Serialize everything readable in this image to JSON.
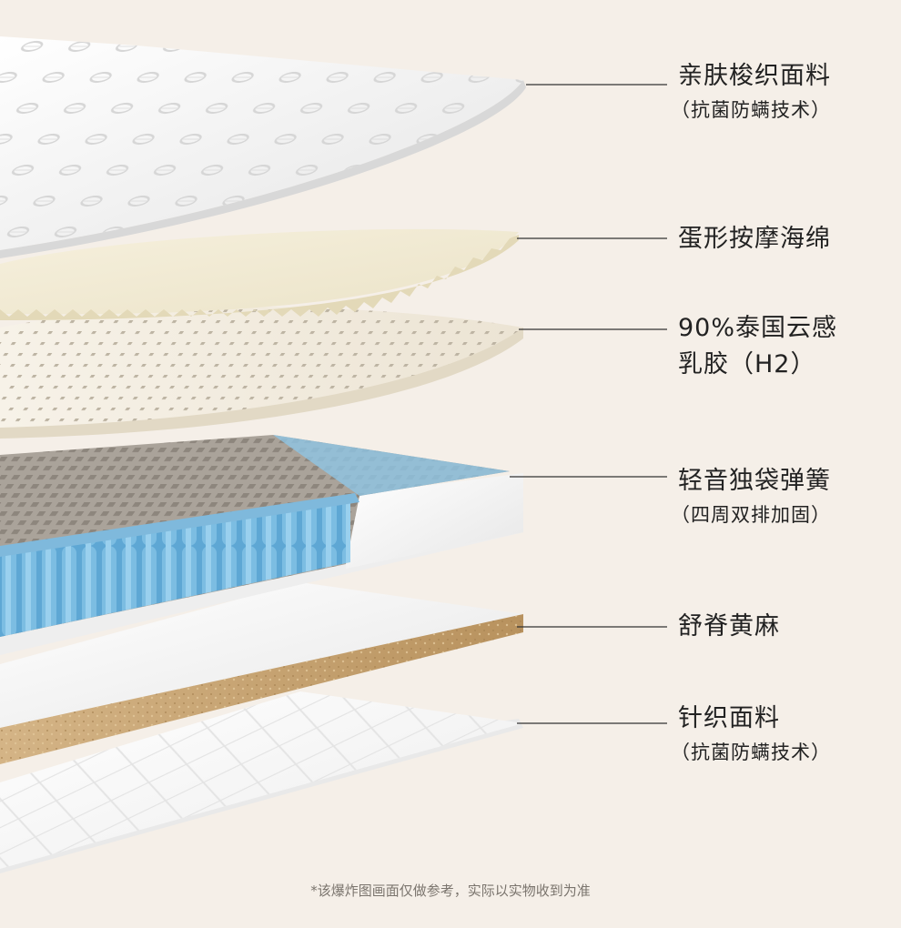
{
  "layers": [
    {
      "name": "亲肤梭织面料",
      "sub": "（抗菌防螨技术）"
    },
    {
      "name": "蛋形按摩海绵",
      "sub": ""
    },
    {
      "name": "90%泰国云感",
      "sub": "乳胶（H2）"
    },
    {
      "name": "轻音独袋弹簧",
      "sub": "（四周双排加固）"
    },
    {
      "name": "舒脊黄麻",
      "sub": ""
    },
    {
      "name": "针织面料",
      "sub": "（抗菌防螨技术）"
    }
  ],
  "footnote": "*该爆炸图画面仅做参考，实际以实物收到为准",
  "colors": {
    "background": "#f5efe8",
    "fabric": "#f7f7f7",
    "foam": "#f3ecd8",
    "latex": "#f4eee3",
    "spring": "#6fb3dc",
    "jute": "#c9a876",
    "text": "#222222",
    "leader_line": "#333333"
  }
}
